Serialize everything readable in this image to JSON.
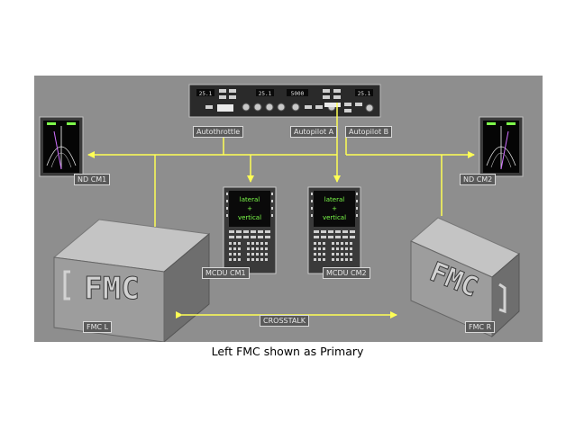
{
  "diagram": {
    "labels": {
      "autothrottle": "Autothrottle",
      "autopilot_a": "Autopilot A",
      "autopilot_b": "Autopilot B",
      "nd_cm1": "ND CM1",
      "nd_cm2": "ND CM2",
      "mcdu_cm1": "MCDU CM1",
      "mcdu_cm2": "MCDU CM2",
      "fmc_l": "FMC L",
      "fmc_r": "FMC R",
      "crosstalk": "CROSSTALK"
    },
    "mcdu_screen": {
      "line1": "lateral",
      "line2": "+",
      "line3": "vertical"
    },
    "fmc_box_text": "FMC",
    "mcp_readouts": [
      "25.1",
      "25.1",
      "5000",
      "25.1"
    ]
  },
  "caption": "Left FMC shown as Primary",
  "colors": {
    "background": "#8e8e8e",
    "bus_line": "#ffff55",
    "screen_text": "#7dff4a"
  }
}
